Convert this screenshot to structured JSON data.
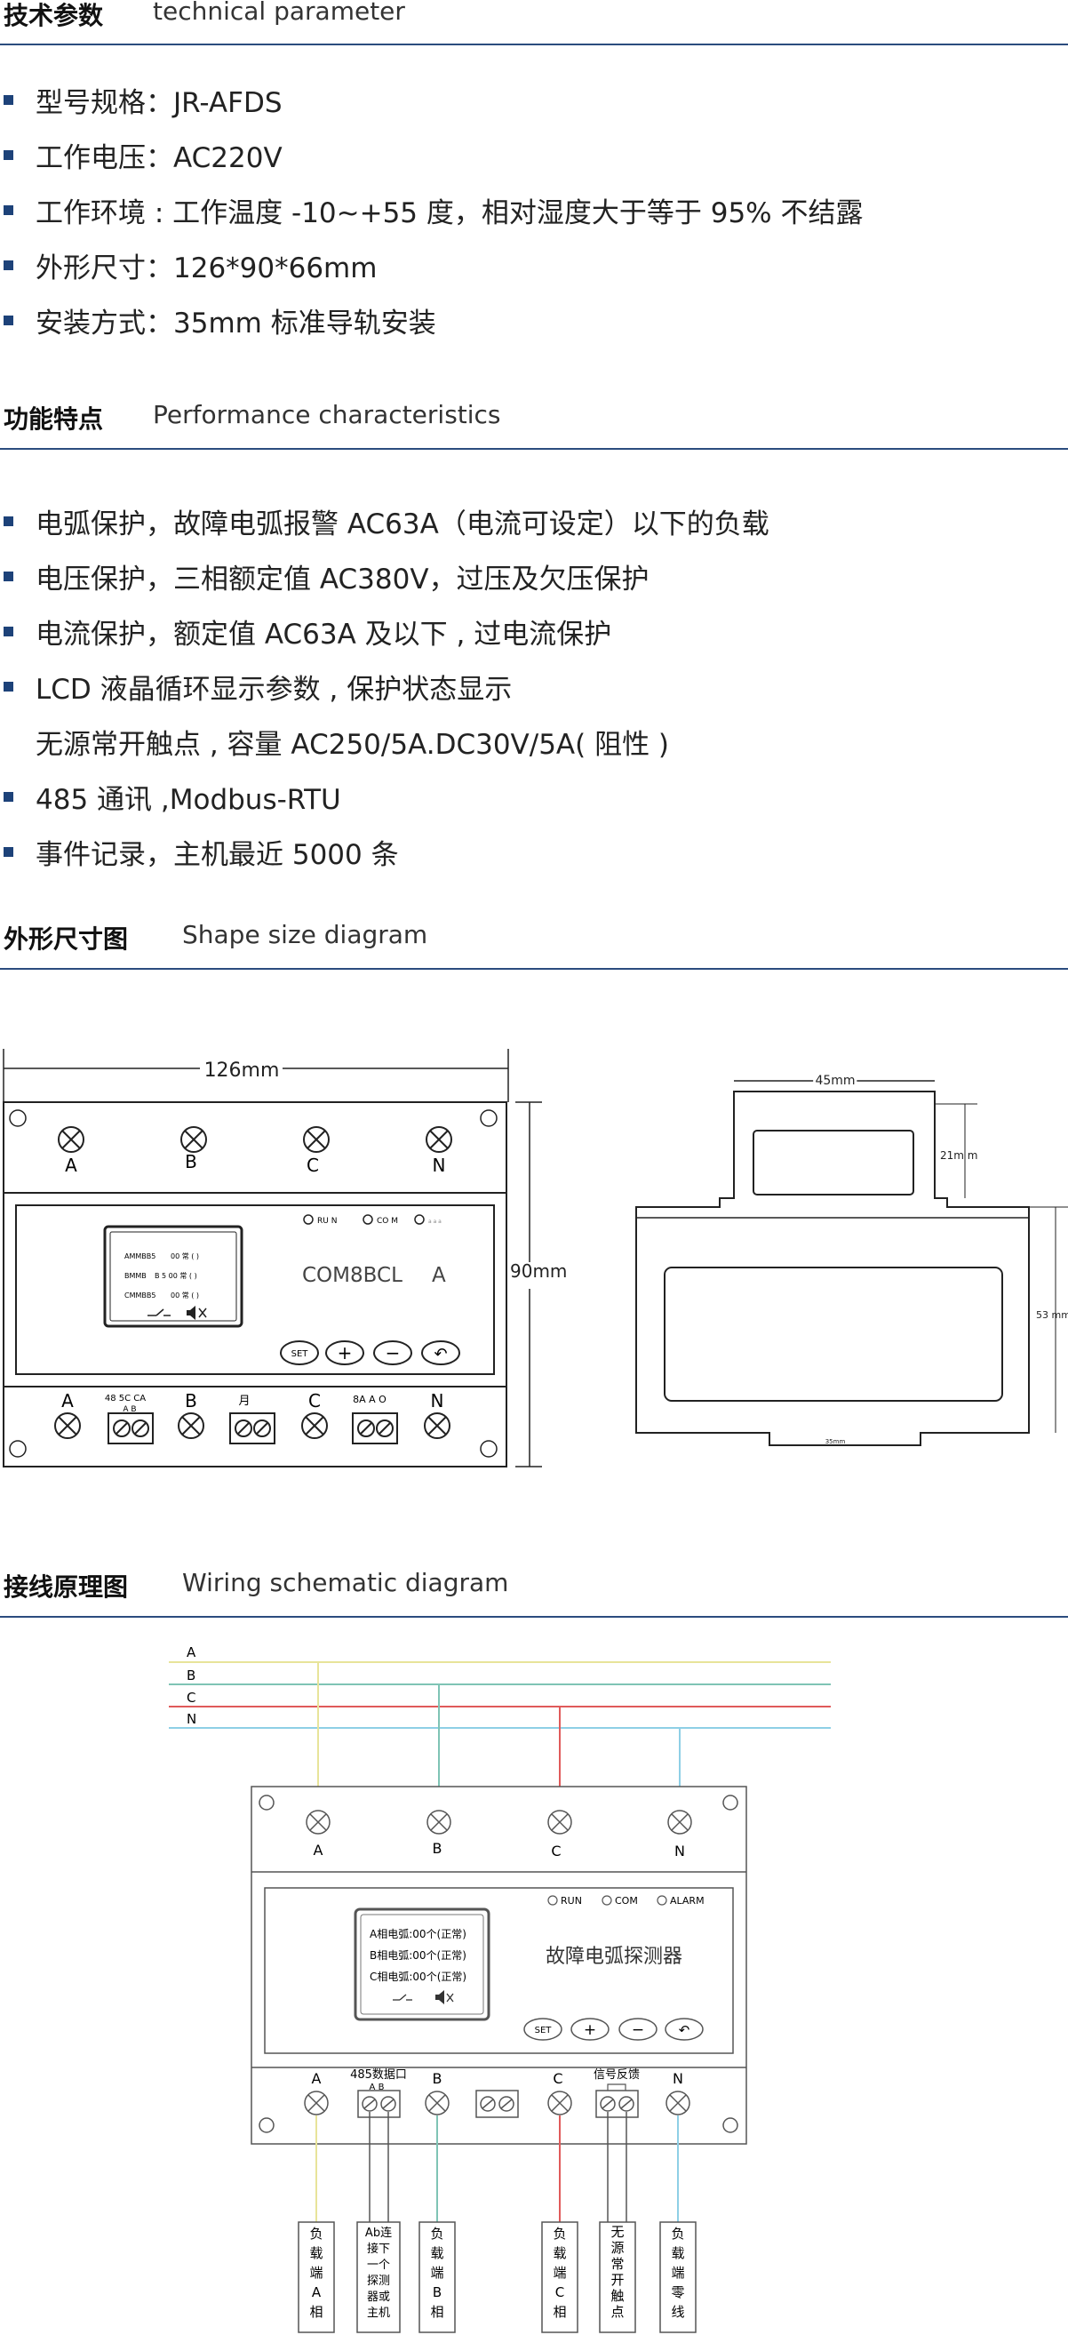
{
  "tech": {
    "title": "技术参数",
    "subtitle": "technical parameter",
    "items": [
      "型号规格：JR-AFDS",
      "工作电压：AC220V",
      "工作环境 : 工作温度 -10~+55 度，相对湿度大于等于 95% 不结露",
      "外形尺寸：126*90*66mm",
      "安装方式：35mm 标准导轨安装"
    ]
  },
  "perf": {
    "title": "功能特点",
    "subtitle": "Performance  characteristics",
    "items": [
      {
        "text": "电弧保护，故障电弧报警 AC63A（电流可设定）以下的负载",
        "bullet": true
      },
      {
        "text": "电压保护，三相额定值 AC380V，过压及欠压保护",
        "bullet": true
      },
      {
        "text": "电流保护，额定值 AC63A 及以下 , 过电流保护",
        "bullet": true
      },
      {
        "text": "LCD 液晶循环显示参数 , 保护状态显示",
        "bullet": true
      },
      {
        "text": "无源常开触点 , 容量 AC250/5A.DC30V/5A( 阻性 )",
        "bullet": false
      },
      {
        "text": "485 通讯 ,Modbus-RTU",
        "bullet": true
      },
      {
        "text": "事件记录，主机最近 5000 条",
        "bullet": true
      }
    ]
  },
  "shape": {
    "title": "外形尺寸图",
    "subtitle": "Shape size diagram",
    "width_label": "126mm",
    "height_label": "90mm",
    "side_width_label": "45mm",
    "side_top_label": "21m m",
    "side_height_label": "53 mm",
    "side_bottom_label": "35mm",
    "top_terms": [
      "A",
      "B",
      "C",
      "N"
    ],
    "bottom_terms": [
      "A",
      "B",
      "C",
      "N"
    ],
    "bottom_port_labels": [
      "48 5C  CA",
      "月",
      "8A A O"
    ],
    "bottom_port_sub": "A    B",
    "leds": [
      "RU N",
      "CO M",
      "a a a"
    ],
    "brand": "COM8BCL",
    "brand_suffix": "A",
    "lcd_rows": [
      [
        "AMMBB5",
        "00  常  (     )"
      ],
      [
        "BMMB",
        "B 5  00  常  (     )"
      ],
      [
        "CMMBB5",
        "00  常  (     )"
      ]
    ],
    "buttons": [
      "SET",
      "+",
      "−",
      "↶"
    ]
  },
  "wiring": {
    "title": "接线原理图",
    "subtitle": "Wiring schematic diagram",
    "bus": [
      "A",
      "B",
      "C",
      "N"
    ],
    "bus_colors": [
      "#e8e49a",
      "#7fc4b5",
      "#e05a5a",
      "#8ecfe6"
    ],
    "top_terms": [
      "A",
      "B",
      "C",
      "N"
    ],
    "leds": [
      "RUN",
      "COM",
      "ALARM"
    ],
    "device_name": "故障电弧探测器",
    "lcd_rows": [
      "A相电弧:00个(正常)",
      "B相电弧:00个(正常)",
      "C相电弧:00个(正常)"
    ],
    "buttons": [
      "SET",
      "+",
      "−",
      "↶"
    ],
    "bottom_labels": [
      "A",
      "485数据口",
      "B",
      "C",
      "信号反馈",
      "N"
    ],
    "port_sub": "A    B",
    "boxes": [
      "负\n载\n端\nA\n相",
      "Ab连\n接下\n一个\n探测\n器或\n主机",
      "负\n载\n端\nB\n相",
      "负\n载\n端\nC\n相",
      "无\n源\n常\n开\n触\n点",
      "负\n载\n端\n零\n线"
    ]
  }
}
